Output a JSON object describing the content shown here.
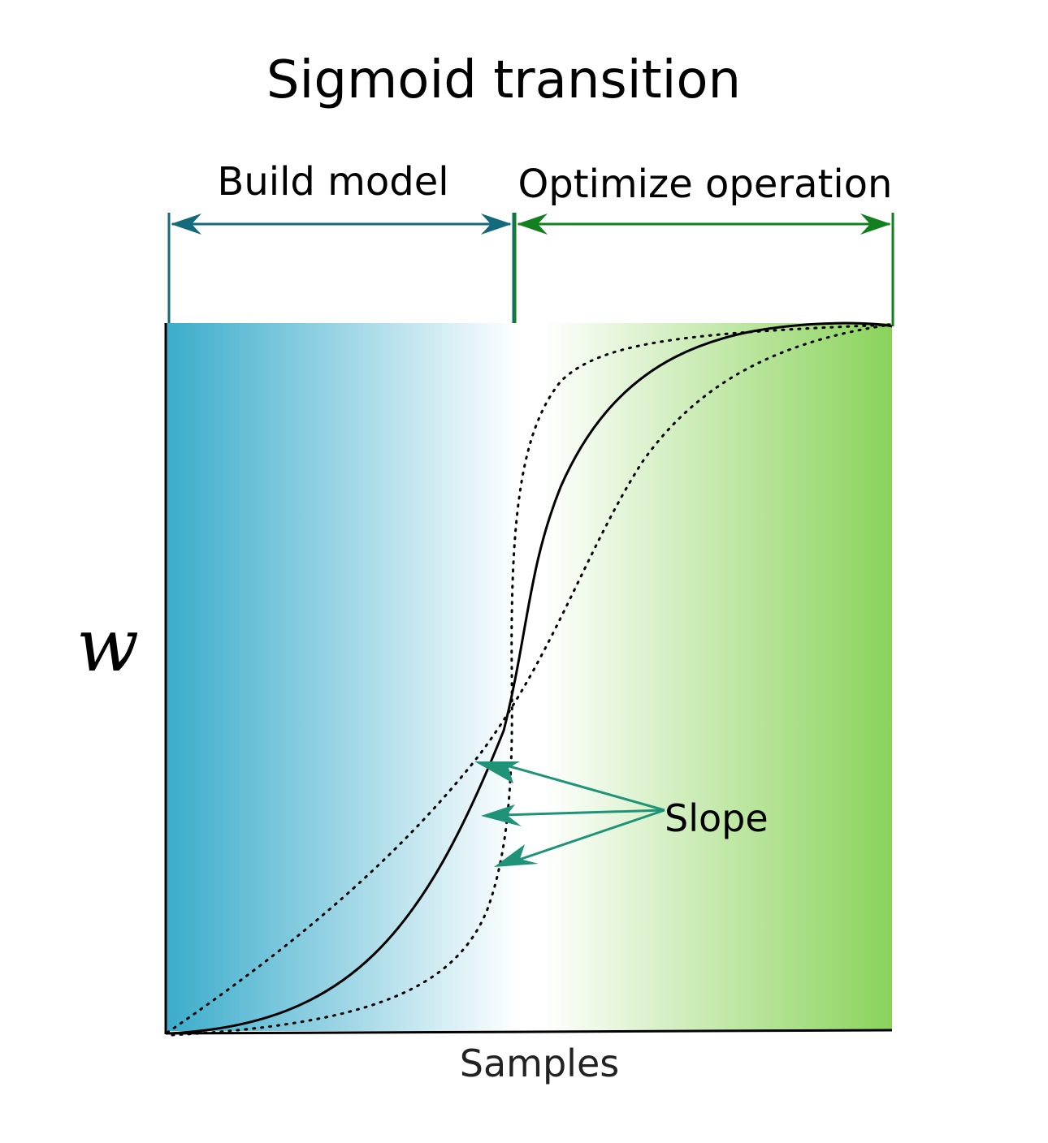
{
  "title": "Sigmoid transition",
  "phases": {
    "build": {
      "label": "Build model",
      "color": "#136a7a"
    },
    "optimize": {
      "label": "Optimize operation",
      "color": "#13801f"
    }
  },
  "y_label": "w",
  "x_label": "Samples",
  "slope_label": "Slope",
  "colors": {
    "gradient_left": "#3aaccb",
    "gradient_mid": "#ffffff",
    "gradient_right": "#8ad35a",
    "slope_arrow": "#1f9377",
    "curve": "#000000"
  },
  "curves": [
    {
      "name": "main",
      "style": "solid"
    },
    {
      "name": "steep",
      "style": "dotted"
    },
    {
      "name": "gentle",
      "style": "dotted"
    }
  ]
}
